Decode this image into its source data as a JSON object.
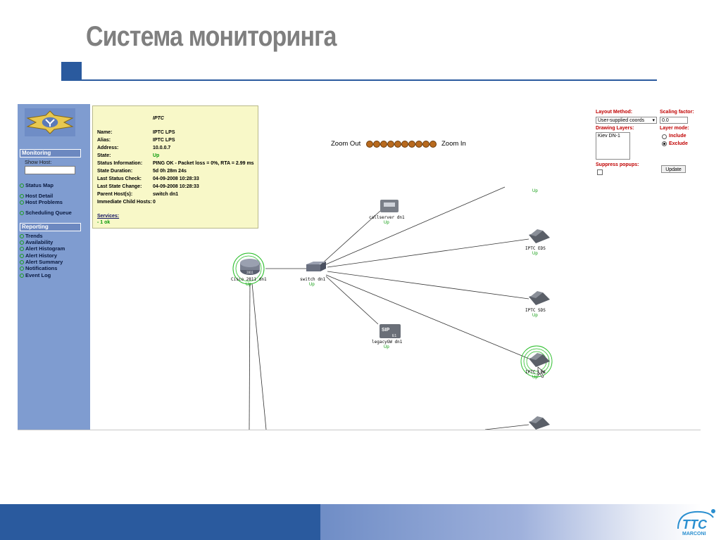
{
  "slide": {
    "title": "Система мониторинга"
  },
  "sidebar": {
    "monitoring_header": "Monitoring",
    "show_host_label": "Show Host:",
    "show_host_value": "",
    "monitoring_links": [
      "Status Map",
      "Host Detail",
      "Host Problems",
      "Scheduling Queue"
    ],
    "reporting_header": "Reporting",
    "reporting_links": [
      "Trends",
      "Availability",
      "Alert Histogram",
      "Alert History",
      "Alert Summary",
      "Notifications",
      "Event Log"
    ]
  },
  "popup": {
    "host": "IPTC",
    "rows": [
      {
        "label": "Name:",
        "value": "IPTC LPS"
      },
      {
        "label": "Alias:",
        "value": "IPTC LPS"
      },
      {
        "label": "Address:",
        "value": "10.0.0.7"
      },
      {
        "label": "State:",
        "value": "Up"
      },
      {
        "label": "Status Information:",
        "value": "PING OK - Packet loss = 0%, RTA = 2.99 ms"
      },
      {
        "label": "State Duration:",
        "value": "5d 0h 28m 24s"
      },
      {
        "label": "Last Status Check:",
        "value": "04-09-2008 10:28:33"
      },
      {
        "label": "Last State Change:",
        "value": "04-09-2008 10:28:33"
      },
      {
        "label": "Parent Host(s):",
        "value": "switch dn1"
      },
      {
        "label": "Immediate Child Hosts:",
        "value": "0"
      }
    ],
    "services_label": "Services:",
    "services_value": "- 1 ok"
  },
  "zoom": {
    "out_label": "Zoom Out",
    "in_label": "Zoom In",
    "levels": 10
  },
  "controls": {
    "layout_method_label": "Layout Method:",
    "layout_method_value": "User-supplied coords",
    "scaling_label": "Scaling factor:",
    "scaling_value": "0.0",
    "drawing_layers_label": "Drawing Layers:",
    "drawing_layers_item": "Kiev DN-1",
    "layer_mode_label": "Layer mode:",
    "include_label": "Include",
    "exclude_label": "Exclude",
    "selected_mode": "Exclude",
    "suppress_label": "Suppress popups:",
    "update_label": "Update"
  },
  "map": {
    "nodes": {
      "cisco": {
        "label": "Cisco 2811 dn1",
        "status": "Up",
        "device": "2811"
      },
      "switch": {
        "label": "switch dn1",
        "status": "Up"
      },
      "callserver": {
        "label": "callserver dn1",
        "status": "Up"
      },
      "legacygw": {
        "label": "legacyGW dn1",
        "status": "Up",
        "badge": "SIP",
        "badge2": "E1"
      },
      "iptc_eds": {
        "label": "IPTC EDS",
        "status": "Up"
      },
      "iptc_sds": {
        "label": "IPTC SDS",
        "status": "Up"
      },
      "iptc_lps": {
        "label": "IPTC LPS",
        "status": "Up"
      },
      "top": {
        "status": "Up"
      }
    }
  },
  "colors": {
    "brand_blue": "#2a5a9e",
    "status_green": "#0a9a0a",
    "control_red": "#c00000",
    "popup_yellow": "#f8f8c8",
    "sidebar_blue": "#7f9cd0"
  },
  "footer": {
    "brand_logo": "TTC",
    "brand_sub": "MARCONI"
  }
}
